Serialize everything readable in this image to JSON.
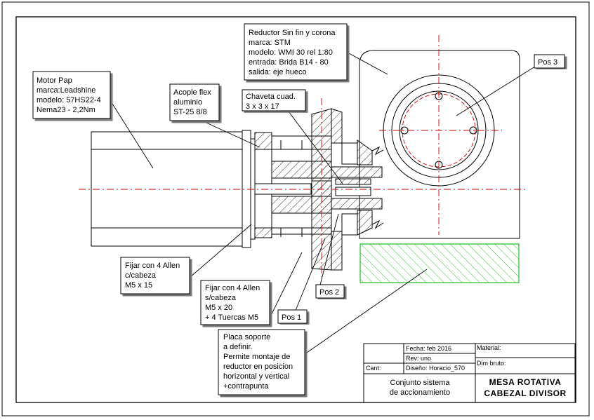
{
  "callouts": {
    "reductor": [
      "Reductor  Sin fin y corona",
      "marca: STM",
      "modelo: WMI 30 rel 1:80",
      "entrada: Brida B14 - 80",
      "salida: eje hueco"
    ],
    "motor": [
      "Motor Pap",
      "marca:Leadshine",
      "modelo: 57HS22-4",
      "Nema23 - 2,2Nm"
    ],
    "acople": [
      "Acople flex",
      "aluminio",
      "ST-25    8/8"
    ],
    "chaveta": [
      "Chaveta cuad.",
      "3 x 3 x 17"
    ],
    "pos3": [
      "Pos 3"
    ],
    "fijar_cabeza": [
      "Fijar con 4 Allen",
      "c/cabeza",
      "M5 x 15"
    ],
    "fijar_scabeza": [
      "Fijar con 4 Allen",
      "s/cabeza",
      "M5 x 20",
      "+ 4 Tuercas M5"
    ],
    "pos2": [
      "Pos 2"
    ],
    "pos1": [
      "Pos 1"
    ],
    "placa": [
      "Placa soporte",
      "a definir.",
      "Permite montaje de",
      "reductor en posicion",
      "horizontal y vertical",
      "+contrapunta"
    ]
  },
  "title_block": {
    "fecha": "Fecha: feb 2016",
    "rev": "Rev: uno",
    "cant": "Cant:",
    "diseno": "Diseño:  Horacio_570",
    "material": "Material:",
    "dim_bruto": "Dim bruto:",
    "descripcion": [
      "Conjunto sistema",
      "de accionamiento"
    ],
    "titulo": [
      "MESA ROTATIVA",
      "CABEZAL DIVISOR"
    ]
  },
  "colors": {
    "line": "#000000",
    "centerline": "#cc0000",
    "plate_hatch": "#22bb22",
    "background": "#ffffff"
  }
}
